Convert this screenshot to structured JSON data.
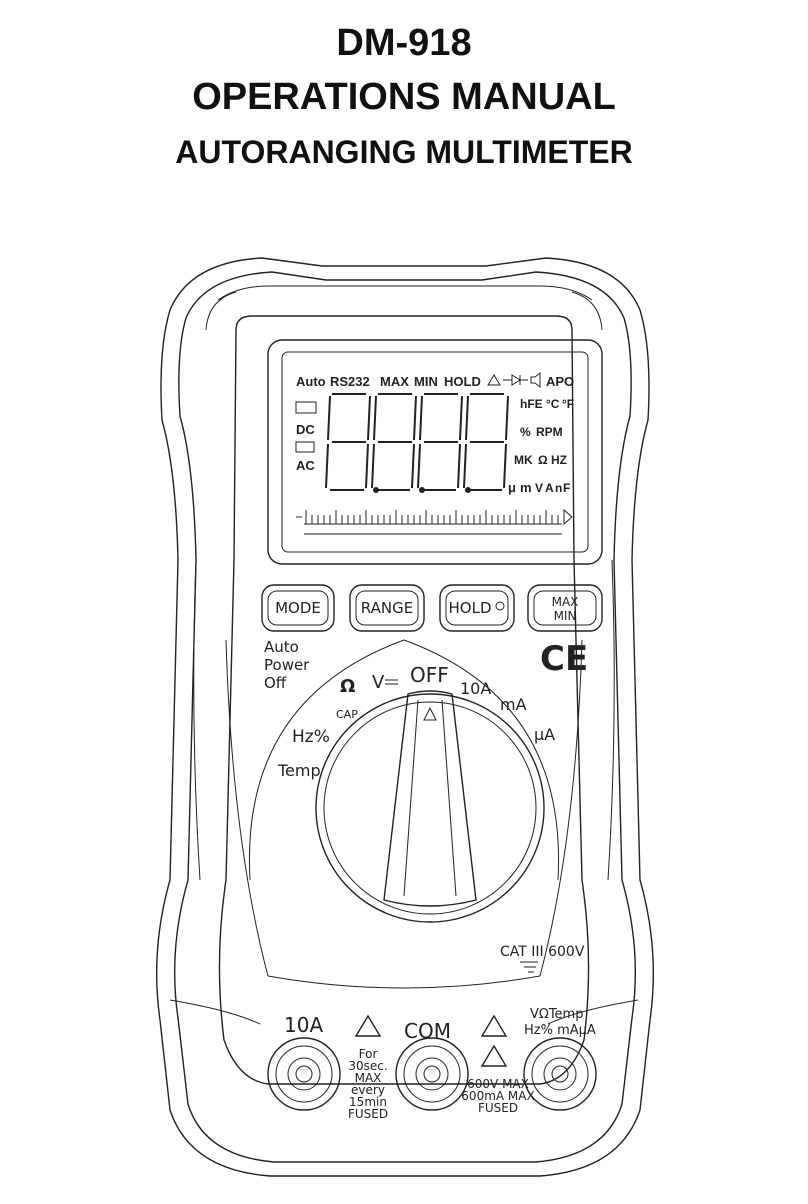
{
  "header": {
    "model": "DM-918",
    "manual": "OPERATIONS MANUAL",
    "subtitle": "AUTORANGING MULTIMETER"
  },
  "lcd": {
    "annunciators_top": [
      "Auto",
      "RS232",
      "MAX",
      "MIN",
      "HOLD",
      "APO"
    ],
    "left_labels": [
      "DC",
      "AC"
    ],
    "right_labels": [
      "hFE",
      "°C",
      "°F",
      "%",
      "RPM",
      "MK",
      "Ω",
      "HZ",
      "μ",
      "m",
      "V",
      "A",
      "n",
      "F"
    ]
  },
  "buttons": {
    "mode": "MODE",
    "range": "RANGE",
    "hold": "HOLD",
    "max": "MAX",
    "min": "MIN"
  },
  "dial": {
    "auto_power_off": [
      "Auto",
      "Power",
      "Off"
    ],
    "positions": {
      "off": "OFF",
      "v": "V",
      "ohm": "Ω",
      "cap": "CAP",
      "hz": "Hz%",
      "temp": "Temp",
      "a10": "10A",
      "ma": "mA",
      "ua": "μA"
    },
    "ce_mark": "CE",
    "category": "CAT III 600V"
  },
  "jacks": {
    "a10": "10A",
    "com": "COM",
    "vohm": "VΩTemp",
    "hzma": "Hz% mAμA",
    "warn_10a": [
      "For",
      "30sec.",
      "MAX",
      "every",
      "15min",
      "FUSED"
    ],
    "warn_v": [
      "600V MAX",
      "600mA MAX",
      "FUSED"
    ]
  }
}
